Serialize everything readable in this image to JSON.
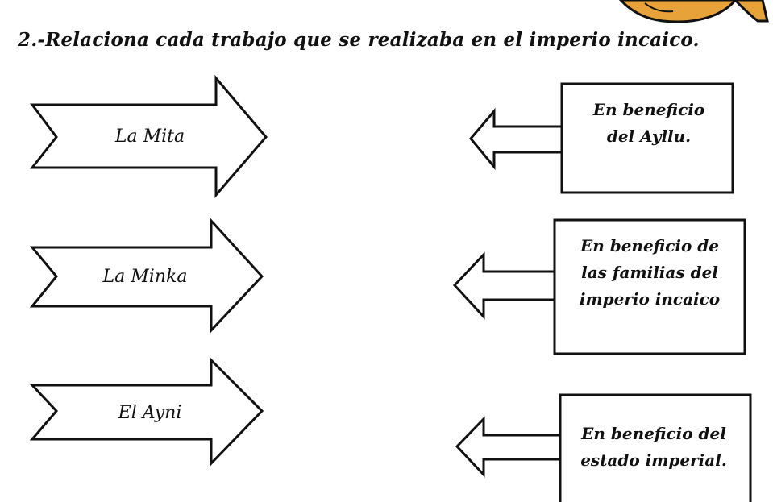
{
  "title": "2.-Relaciona cada trabajo que se realizaba en el imperio incaico.",
  "work_types": [
    {
      "label": "La Mita"
    },
    {
      "label": "La Minka"
    },
    {
      "label": "El Ayni"
    }
  ],
  "beneficiaries": [
    {
      "lines": [
        "En beneficio",
        "del Ayllu."
      ]
    },
    {
      "lines": [
        "En beneficio de",
        "las familias del",
        "imperio incaico"
      ]
    },
    {
      "lines": [
        "En beneficio del",
        "estado imperial."
      ]
    }
  ],
  "colors": {
    "ink": "#111111",
    "paper": "#ffffff",
    "illustration": "#e8a23a"
  }
}
